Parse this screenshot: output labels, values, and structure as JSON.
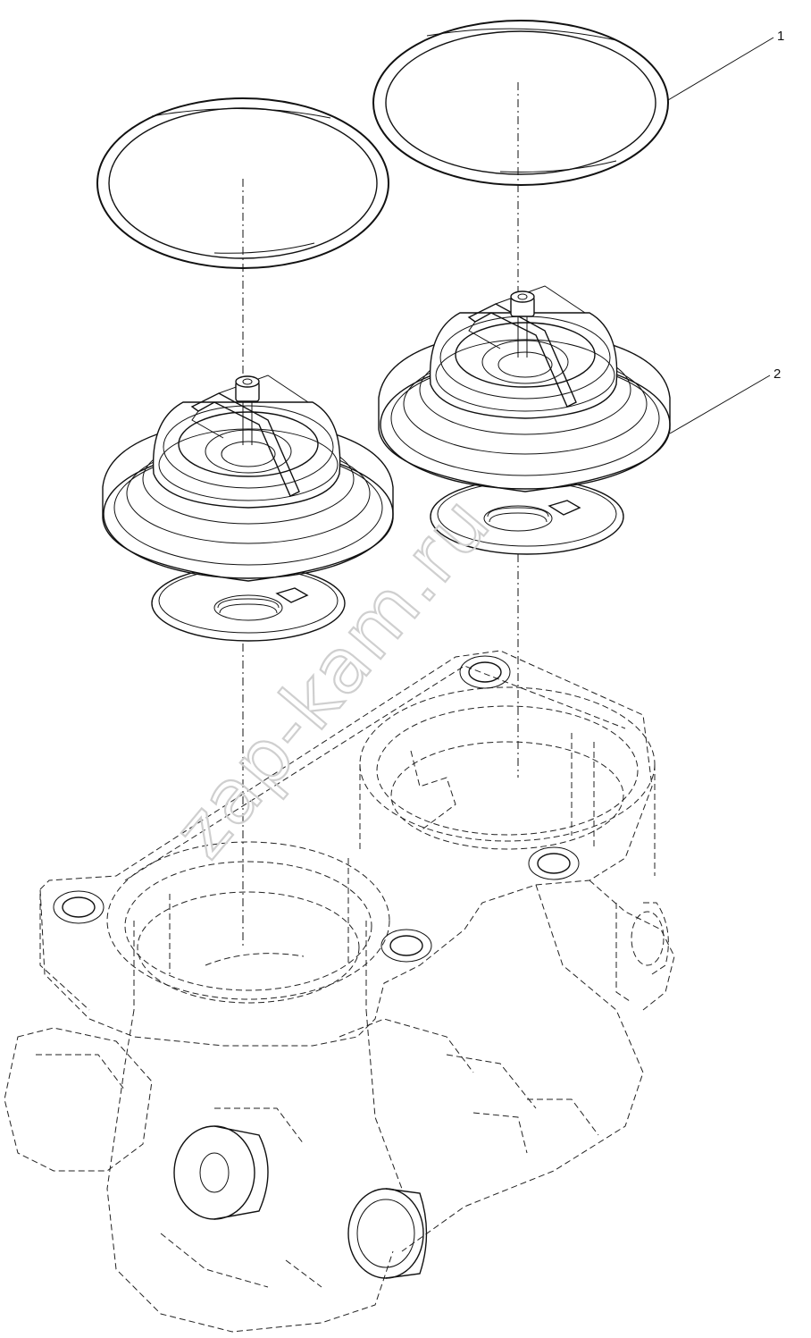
{
  "callouts": [
    {
      "number": "1",
      "part": "o-ring"
    },
    {
      "number": "2",
      "part": "thermostat"
    }
  ],
  "watermark": {
    "text": "zap-kam.ru"
  },
  "colors": {
    "line": "#111111",
    "background": "#ffffff",
    "watermark": "#cfcfcf"
  }
}
